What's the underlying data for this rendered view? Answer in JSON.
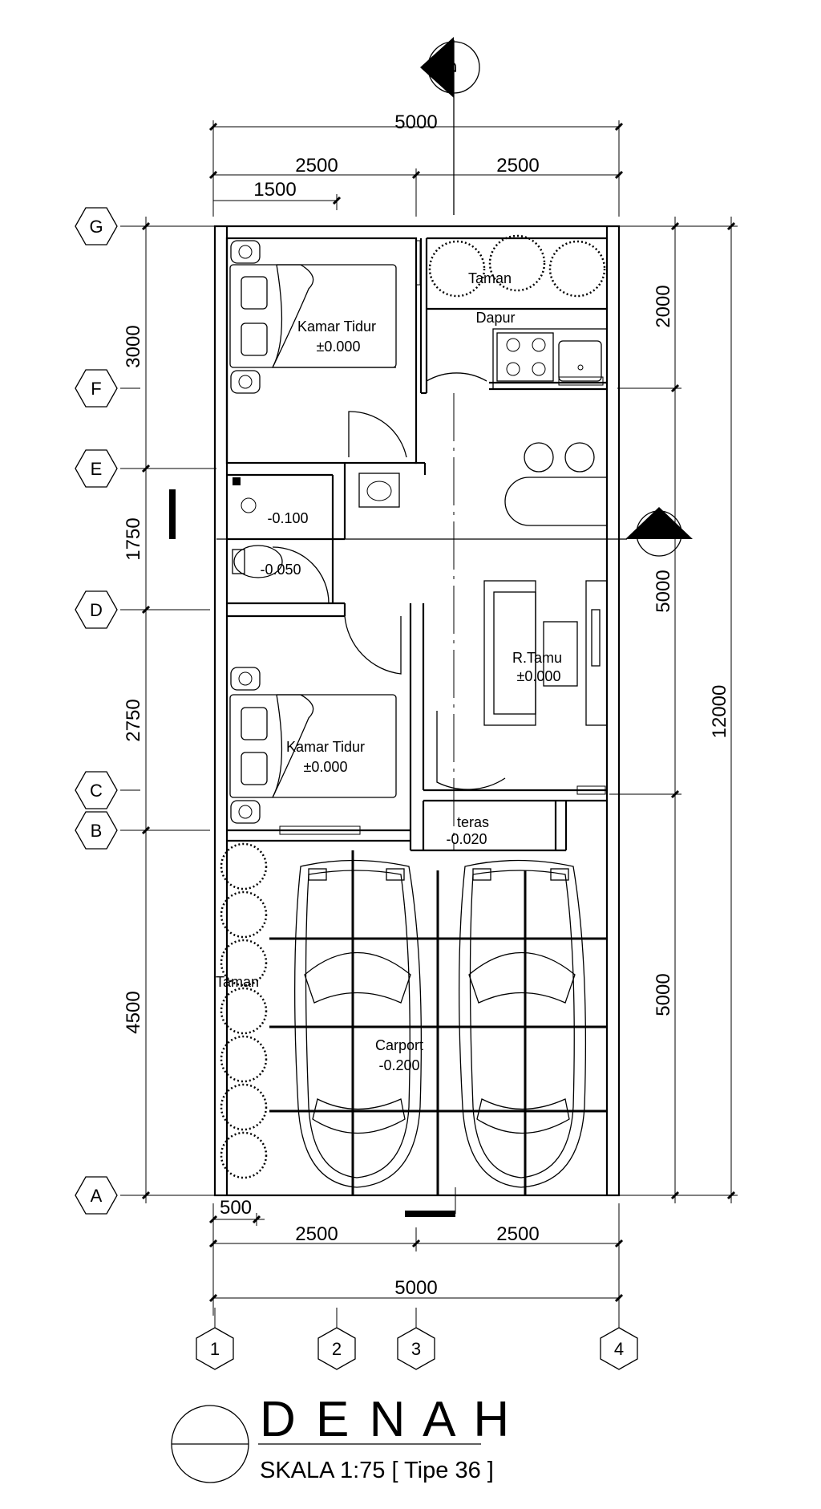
{
  "dimensions": {
    "top_total": "5000",
    "top_left": "2500",
    "top_right": "2500",
    "top_sub": "1500",
    "bottom_sub": "500",
    "bottom_left": "2500",
    "bottom_right": "2500",
    "bottom_total": "5000",
    "left_g_f": "3000",
    "left_e_d": "1750",
    "left_d_c": "2750",
    "left_b_a": "4500",
    "right_top": "2000",
    "right_mid": "5000",
    "right_bottom": "5000",
    "right_total": "12000"
  },
  "grid": {
    "rows": [
      "G",
      "F",
      "E",
      "D",
      "C",
      "B",
      "A"
    ],
    "cols": [
      "1",
      "2",
      "3",
      "4"
    ]
  },
  "sections": {
    "top": "B",
    "right": "A"
  },
  "rooms": {
    "bed1_name": "Kamar Tidur",
    "bed1_level": "±0.000",
    "garden_top": "Taman",
    "kitchen": "Dapur",
    "bath_level1": "-0.100",
    "bath_level2": "-0.050",
    "living_name": "R.Tamu",
    "living_level": "±0.000",
    "bed2_name": "Kamar Tidur",
    "bed2_level": "±0.000",
    "terrace_name": "teras",
    "terrace_level": "-0.020",
    "garden_side": "Taman",
    "carport_name": "Carport",
    "carport_level": "-0.200"
  },
  "title": {
    "main": "D E N A H",
    "scale": "SKALA 1:75 [ Tipe 36 ]"
  }
}
